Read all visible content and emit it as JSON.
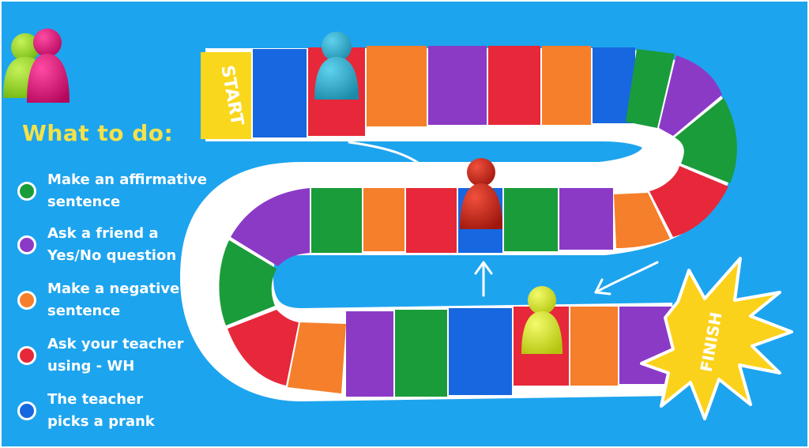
{
  "colors": {
    "background": "#1da4ee",
    "green": "#1a9c3a",
    "purple": "#8b3ac6",
    "orange": "#f57f2a",
    "red": "#e6283a",
    "blue": "#1767e0",
    "start_yellow": "#f9d71c",
    "finish_yellow": "#fbd21b",
    "title_yellow": "#f4e24a"
  },
  "board": {
    "start_label": "START",
    "finish_label": "FINISH"
  },
  "legend": {
    "title": "What to do:",
    "items": [
      {
        "color": "#1a9c3a",
        "line1": "Make an affirmative",
        "line2": "sentence"
      },
      {
        "color": "#8b3ac6",
        "line1": "Ask a friend a",
        "line2": "Yes/No question"
      },
      {
        "color": "#f57f2a",
        "line1": "Make a negative",
        "line2": "sentence"
      },
      {
        "color": "#e6283a",
        "line1": "Ask your teacher",
        "line2": "using - WH"
      },
      {
        "color": "#1767e0",
        "line1": "The teacher",
        "line2": "picks a prank"
      }
    ]
  },
  "pieces": [
    {
      "name": "green-pawn-icon",
      "color": "#8fd41e"
    },
    {
      "name": "pink-pawn-icon",
      "color": "#e0107a"
    },
    {
      "name": "teal-pawn-icon",
      "color": "#26aed1"
    },
    {
      "name": "red-pawn-icon",
      "color": "#cc2218"
    },
    {
      "name": "lime-pawn-icon",
      "color": "#d4e61e"
    }
  ]
}
